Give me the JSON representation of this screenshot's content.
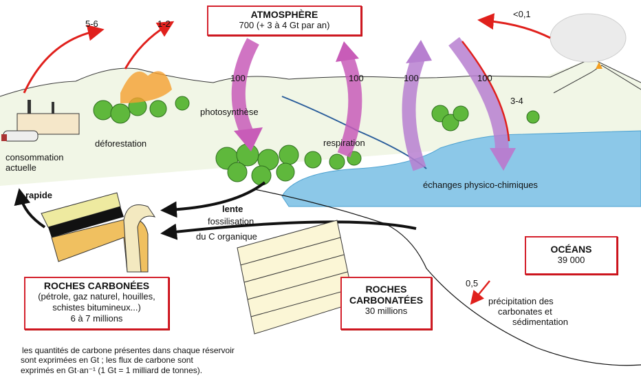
{
  "atmosphere": {
    "title": "ATMOSPHÈRE",
    "value": "700 (+ 3 à 4 Gt par an)"
  },
  "fluxes": {
    "consumption": "5-6",
    "deforestation": "1-2",
    "volcano": "<0,1",
    "photosynthesis": "100",
    "respiration": "100",
    "ocean_up": "100",
    "ocean_down": "100",
    "ocean_net": "3-4",
    "precipitation": "0,5"
  },
  "labels": {
    "photosynthesis": "photosynthèse",
    "respiration": "respiration",
    "deforestation": "déforestation",
    "consumption_line1": "consommation",
    "consumption_line2": "actuelle",
    "exchanges": "échanges physico-chimiques",
    "rapid": "rapide",
    "slow": "lente",
    "fossil_line1": "fossilisation",
    "fossil_line2": "du C organique",
    "precip_line1": "précipitation des",
    "precip_line2": "carbonates et",
    "precip_line3": "sédimentation"
  },
  "reservoirs": {
    "carbon_rocks": {
      "title": "ROCHES CARBONÉES",
      "line1": "(pétrole, gaz naturel, houilles,",
      "line2": "schistes bitumineux...)",
      "value": "6 à 7 millions"
    },
    "carbonate_rocks": {
      "title1": "ROCHES",
      "title2": "CARBONATÉES",
      "value": "30 millions"
    },
    "oceans": {
      "title": "OCÉANS",
      "value": "39 000"
    }
  },
  "footnote": {
    "line1": "les quantités de carbone présentes dans chaque réservoir",
    "line2": "sont exprimées en Gt ; les flux de carbone sont",
    "line3": "exprimés en Gt·an⁻¹ (1 Gt = 1 milliard de tonnes)."
  },
  "colors": {
    "red": "#e0201c",
    "box_border": "#d4202c",
    "purple": "#b77fd0",
    "magenta": "#c85cb8",
    "sea": "#8cc8e8",
    "tree": "#5fb83c"
  }
}
